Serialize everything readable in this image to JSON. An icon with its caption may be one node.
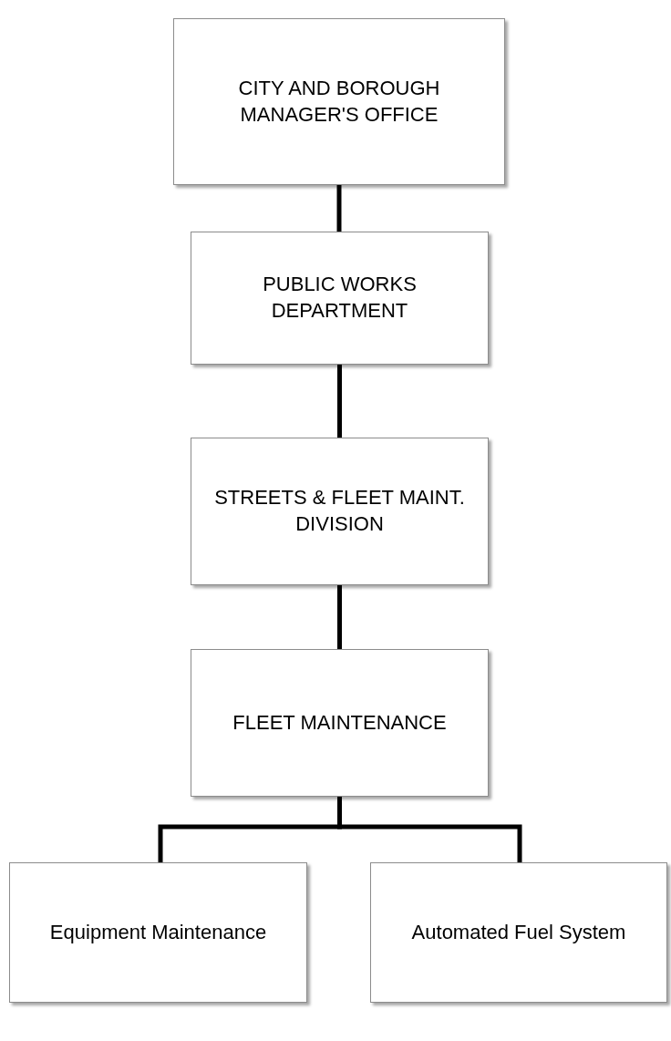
{
  "diagram": {
    "nodes": [
      {
        "text": [
          "CITY AND BOROUGH MANAGER'S OFFICE"
        ]
      },
      {
        "text": [
          "PUBLIC WORKS DEPARTMENT"
        ]
      },
      {
        "text": [
          "STREETS & FLEET MAINT. DIVISION"
        ]
      },
      {
        "text": [
          "FLEET MAINTENANCE"
        ]
      },
      {
        "text": [
          "Equipment Maintenance"
        ]
      },
      {
        "text": [
          "Automated Fuel System"
        ]
      }
    ],
    "edges": [
      {
        "from": 0,
        "to": 1,
        "arrow": "none"
      },
      {
        "from": 1,
        "to": 2,
        "arrow": "none"
      },
      {
        "from": 2,
        "to": 3,
        "arrow": "none"
      },
      {
        "from": 3,
        "to": 4,
        "arrow": "none"
      },
      {
        "from": 3,
        "to": 5,
        "arrow": "none"
      }
    ]
  }
}
